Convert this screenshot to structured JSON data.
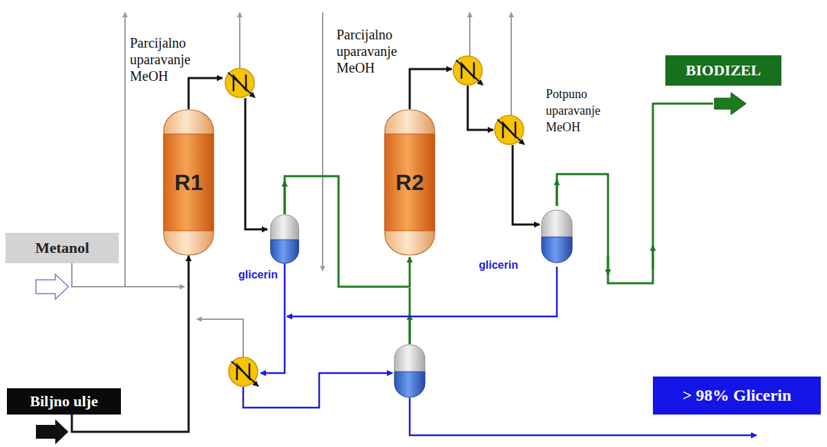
{
  "diagram": {
    "nodes": [
      {
        "text": [
          "Metanol"
        ]
      },
      {
        "text": [
          "Biljno ulje"
        ]
      },
      {
        "text": [
          "R1"
        ]
      },
      {
        "text": [
          "R2"
        ]
      },
      {
        "text": [
          "BIODIZEL"
        ]
      },
      {
        "text": [
          "> 98% Glicerin"
        ]
      }
    ],
    "edges": [
      {
        "from": 0,
        "to": 2,
        "arrow": "to"
      },
      {
        "from": 1,
        "to": 2,
        "arrow": "to"
      }
    ],
    "labels": [
      "Parcijalno uparavanje MeOH",
      "Parcijalno uparavanje MeOH",
      "Potpuno uparavanje MeOH",
      "glicerin",
      "glicerin"
    ]
  }
}
